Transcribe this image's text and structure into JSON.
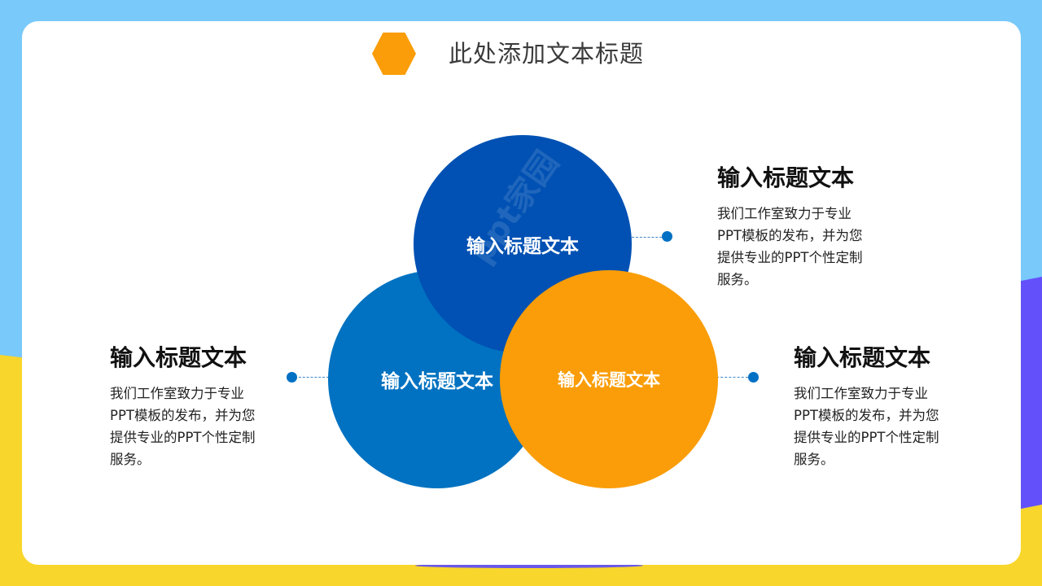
{
  "slide": {
    "title": "此处添加文本标题",
    "title_icon": "hexagon-icon",
    "watermark": "ppt家园"
  },
  "colors": {
    "background_sky": "#79c9fa",
    "background_yellow": "#f8d62b",
    "background_purple": "#6450fa",
    "accent_orange": "#fa9d08",
    "dark_blue": "#0051b3",
    "mid_blue": "#0072c1",
    "dot_blue": "#0070c4",
    "card": "#ffffff"
  },
  "circles": [
    {
      "label": "输入标题文本",
      "color": "dark_blue",
      "position": "top"
    },
    {
      "label": "输入标题文本",
      "color": "mid_blue",
      "position": "bottom-left"
    },
    {
      "label": "输入标题文本",
      "color": "accent_orange",
      "position": "bottom-right"
    }
  ],
  "info_blocks": [
    {
      "position": "top-right",
      "title": "输入标题文本",
      "lines": [
        "我们工作室致力于专业",
        "PPT模板的发布，并为您",
        "提供专业的PPT个性定制",
        "服务。"
      ]
    },
    {
      "position": "left",
      "title": "输入标题文本",
      "lines": [
        "我们工作室致力于专业",
        "PPT模板的发布，并为您",
        "提供专业的PPT个性定制",
        "服务。"
      ]
    },
    {
      "position": "bottom-right",
      "title": "输入标题文本",
      "lines": [
        "我们工作室致力于专业",
        "PPT模板的发布，并为您",
        "提供专业的PPT个性定制",
        "服务。"
      ]
    }
  ]
}
